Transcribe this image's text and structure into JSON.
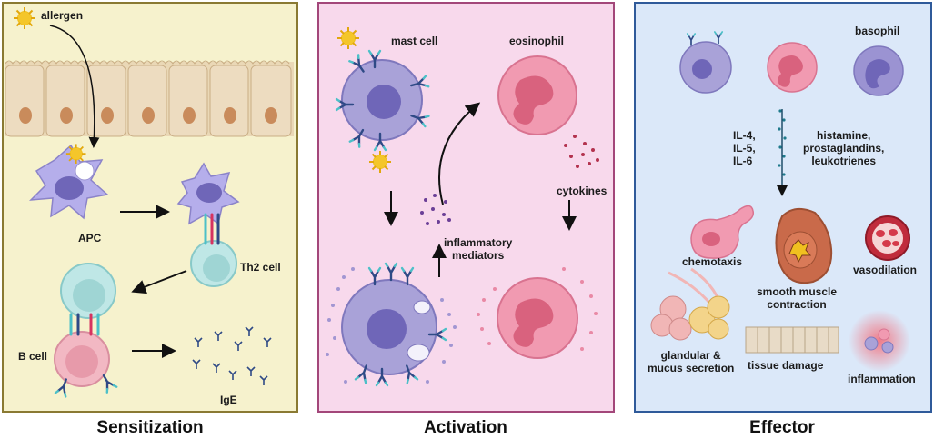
{
  "panels": {
    "sensitization": {
      "title": "Sensitization",
      "labels": {
        "allergen": "allergen",
        "apc": "APC",
        "th2_cell": "Th2 cell",
        "b_cell": "B cell",
        "ige": "IgE"
      }
    },
    "activation": {
      "title": "Activation",
      "labels": {
        "mast_cell": "mast cell",
        "eosinophil": "eosinophil",
        "cytokines": "cytokines",
        "inflammatory_mediators": "inflammatory\nmediators"
      }
    },
    "effector": {
      "title": "Effector",
      "labels": {
        "basophil": "basophil",
        "interleukins": "IL-4,\nIL-5,\nIL-6",
        "mediators": "histamine,\nprostaglandins,\nleukotrienes",
        "chemotaxis": "chemotaxis",
        "smooth_muscle": "smooth muscle\ncontraction",
        "vasodilation": "vasodilation",
        "glandular": "glandular &\nmucus secretion",
        "tissue_damage": "tissue damage",
        "inflammation": "inflammation"
      }
    }
  },
  "colors": {
    "sensitization_bg": "#f6f2cd",
    "activation_bg": "#f8d9ec",
    "effector_bg": "#dbe8f9",
    "mast_cell": "#a9a2d8",
    "eosinophil": "#f19ab1",
    "basophil": "#9b93d2",
    "th2_cell": "#bfe7e6",
    "b_cell": "#f2b8c3",
    "allergen": "#f0c020",
    "ige": "#2f4a86"
  }
}
